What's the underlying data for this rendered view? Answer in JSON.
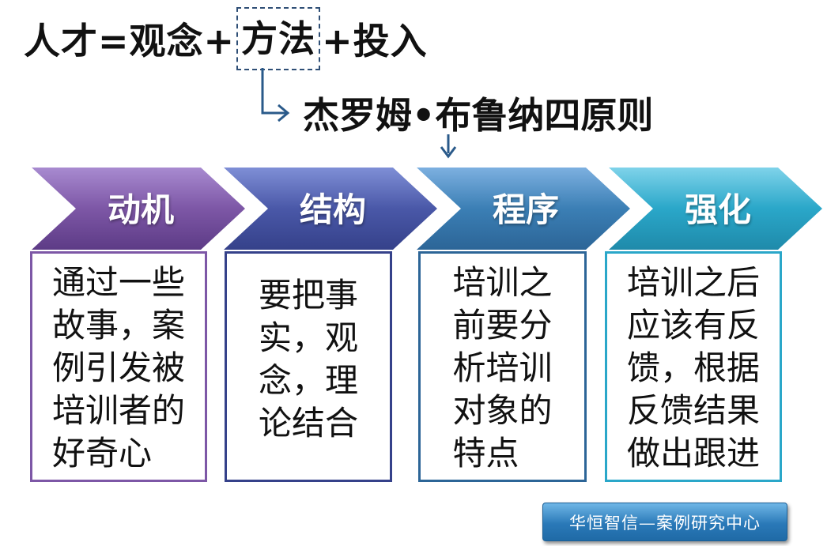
{
  "title": {
    "part1": "人才=观念+",
    "highlight": "方法",
    "part2": "+投入"
  },
  "subtitle": "杰罗姆•布鲁纳四原则",
  "stages": [
    {
      "label": "动机",
      "color": "#7d57a6",
      "text": "通过一些\n故事，案\n例引发被\n培训者的\n好奇心"
    },
    {
      "label": "结构",
      "color": "#4a58a8",
      "text": "要把事\n实，观\n念，理\n论结合"
    },
    {
      "label": "程序",
      "color": "#3b7fb5",
      "text": "培训之\n前要分\n析培训\n对象的\n特点"
    },
    {
      "label": "强化",
      "color": "#2aa7c9",
      "text": "培训之后\n应该有反\n馈，根据\n反馈结果\n做出跟进"
    }
  ],
  "footer_badge": "华恒智信—案例研究中心",
  "colors": {
    "dashed_box": "#2f4f76",
    "connector": "#2a5a8a",
    "badge": "#2a79b8"
  }
}
